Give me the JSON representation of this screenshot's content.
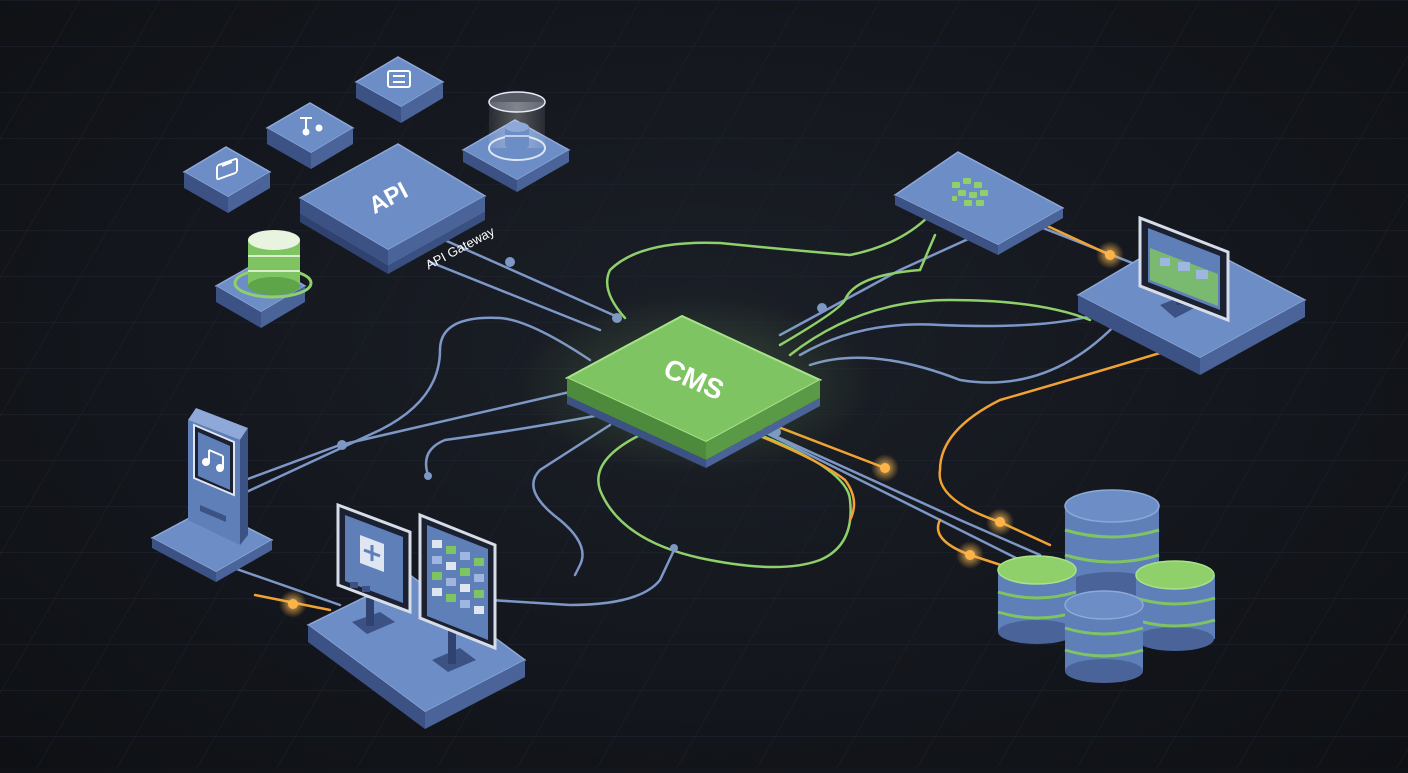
{
  "labels": {
    "cms": "CMS",
    "api": "API",
    "api_gateway": "API Gateway"
  },
  "colors": {
    "background": "#14171d",
    "tile_blue": "#5f7fb8",
    "tile_blue_top": "#6d8dc6",
    "tile_blue_side": "#3c5284",
    "cms_green": "#7fc463",
    "cms_green_side": "#4e8a3c",
    "line_blue": "#7d97c6",
    "line_green": "#8fd06a",
    "line_orange": "#f0a234"
  },
  "icons": {
    "top_left_tiles": [
      "server-icon",
      "flow-icon",
      "server-icon"
    ],
    "devices": [
      "kiosk-device",
      "tablet-device",
      "tablet-device",
      "desktop-monitor"
    ],
    "storage": [
      "database-icon",
      "database-cluster"
    ]
  }
}
